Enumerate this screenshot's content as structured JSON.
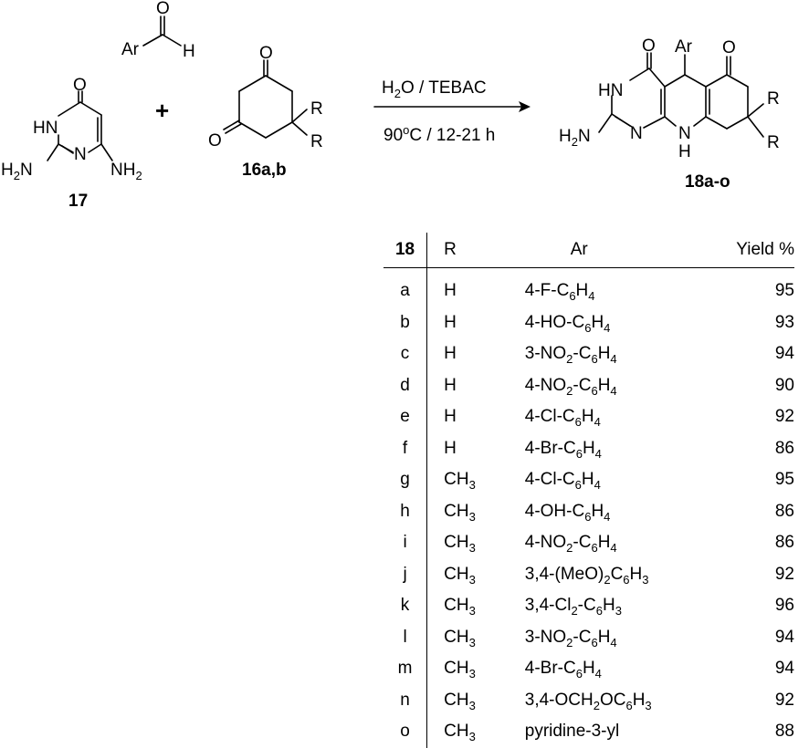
{
  "reaction": {
    "aldehyde": {
      "ar": "Ar",
      "h": "H",
      "o": "O"
    },
    "plus": "+",
    "pyrimidine": {
      "label": "17",
      "o": "O",
      "hn": "HN",
      "n": "N",
      "h2n": "H",
      "h2n_sub": "2",
      "h2n_n": "N",
      "nh2": "NH",
      "nh2_sub": "2"
    },
    "dione": {
      "label": "16a,b",
      "o1": "O",
      "o2": "O",
      "r1": "R",
      "r2": "R"
    },
    "conditions": {
      "above": "H",
      "above_sub": "2",
      "above_rest": "O / TEBAC",
      "below_pre": "90",
      "below_sup": "o",
      "below_post": "C / 12-21 h"
    },
    "product": {
      "label": "18a-o",
      "ar": "Ar",
      "o1": "O",
      "o2": "O",
      "hn": "HN",
      "n1": "N",
      "n2": "N",
      "h": "H",
      "h2n": "H",
      "h2n_sub": "2",
      "h2n_n": "N",
      "r1": "R",
      "r2": "R"
    }
  },
  "table": {
    "headers": {
      "num": "18",
      "r": "R",
      "ar": "Ar",
      "yield": "Yield %"
    },
    "rows": [
      {
        "id": "a",
        "r": [
          [
            "H",
            ""
          ]
        ],
        "ar": [
          [
            "4-F-C",
            ""
          ],
          [
            "6",
            "sub"
          ],
          [
            "H",
            ""
          ],
          [
            "4",
            "sub"
          ]
        ],
        "yield": "95"
      },
      {
        "id": "b",
        "r": [
          [
            "H",
            ""
          ]
        ],
        "ar": [
          [
            "4-HO-C",
            ""
          ],
          [
            "6",
            "sub"
          ],
          [
            "H",
            ""
          ],
          [
            "4",
            "sub"
          ]
        ],
        "yield": "93"
      },
      {
        "id": "c",
        "r": [
          [
            "H",
            ""
          ]
        ],
        "ar": [
          [
            "3-NO",
            ""
          ],
          [
            "2",
            "sub"
          ],
          [
            "-C",
            ""
          ],
          [
            "6",
            "sub"
          ],
          [
            "H",
            ""
          ],
          [
            "4",
            "sub"
          ]
        ],
        "yield": "94"
      },
      {
        "id": "d",
        "r": [
          [
            "H",
            ""
          ]
        ],
        "ar": [
          [
            "4-NO",
            ""
          ],
          [
            "2",
            "sub"
          ],
          [
            "-C",
            ""
          ],
          [
            "6",
            "sub"
          ],
          [
            "H",
            ""
          ],
          [
            "4",
            "sub"
          ]
        ],
        "yield": "90"
      },
      {
        "id": "e",
        "r": [
          [
            "H",
            ""
          ]
        ],
        "ar": [
          [
            "4-Cl-C",
            ""
          ],
          [
            "6",
            "sub"
          ],
          [
            "H",
            ""
          ],
          [
            "4",
            "sub"
          ]
        ],
        "yield": "92"
      },
      {
        "id": "f",
        "r": [
          [
            "H",
            ""
          ]
        ],
        "ar": [
          [
            "4-Br-C",
            ""
          ],
          [
            "6",
            "sub"
          ],
          [
            "H",
            ""
          ],
          [
            "4",
            "sub"
          ]
        ],
        "yield": "86"
      },
      {
        "id": "g",
        "r": [
          [
            "CH",
            ""
          ],
          [
            "3",
            "sub"
          ]
        ],
        "ar": [
          [
            "4-Cl-C",
            ""
          ],
          [
            "6",
            "sub"
          ],
          [
            "H",
            ""
          ],
          [
            "4",
            "sub"
          ]
        ],
        "yield": "95"
      },
      {
        "id": "h",
        "r": [
          [
            "CH",
            ""
          ],
          [
            "3",
            "sub"
          ]
        ],
        "ar": [
          [
            "4-OH-C",
            ""
          ],
          [
            "6",
            "sub"
          ],
          [
            "H",
            ""
          ],
          [
            "4",
            "sub"
          ]
        ],
        "yield": "86"
      },
      {
        "id": "i",
        "r": [
          [
            "CH",
            ""
          ],
          [
            "3",
            "sub"
          ]
        ],
        "ar": [
          [
            "4-NO",
            ""
          ],
          [
            "2",
            "sub"
          ],
          [
            "-C",
            ""
          ],
          [
            "6",
            "sub"
          ],
          [
            "H",
            ""
          ],
          [
            "4",
            "sub"
          ]
        ],
        "yield": "86"
      },
      {
        "id": "j",
        "r": [
          [
            "CH",
            ""
          ],
          [
            "3",
            "sub"
          ]
        ],
        "ar": [
          [
            "3,4-(MeO)",
            ""
          ],
          [
            "2",
            "sub"
          ],
          [
            "C",
            ""
          ],
          [
            "6",
            "sub"
          ],
          [
            "H",
            ""
          ],
          [
            "3",
            "sub"
          ]
        ],
        "yield": "92"
      },
      {
        "id": "k",
        "r": [
          [
            "CH",
            ""
          ],
          [
            "3",
            "sub"
          ]
        ],
        "ar": [
          [
            "3,4-Cl",
            ""
          ],
          [
            "2",
            "sub"
          ],
          [
            "-C",
            ""
          ],
          [
            "6",
            "sub"
          ],
          [
            "H",
            ""
          ],
          [
            "3",
            "sub"
          ]
        ],
        "yield": "96"
      },
      {
        "id": "l",
        "r": [
          [
            "CH",
            ""
          ],
          [
            "3",
            "sub"
          ]
        ],
        "ar": [
          [
            "3-NO",
            ""
          ],
          [
            "2",
            "sub"
          ],
          [
            "-C",
            ""
          ],
          [
            "6",
            "sub"
          ],
          [
            "H",
            ""
          ],
          [
            "4",
            "sub"
          ]
        ],
        "yield": "94"
      },
      {
        "id": "m",
        "r": [
          [
            "CH",
            ""
          ],
          [
            "3",
            "sub"
          ]
        ],
        "ar": [
          [
            "4-Br-C",
            ""
          ],
          [
            "6",
            "sub"
          ],
          [
            "H",
            ""
          ],
          [
            "4",
            "sub"
          ]
        ],
        "yield": "94"
      },
      {
        "id": "n",
        "r": [
          [
            "CH",
            ""
          ],
          [
            "3",
            "sub"
          ]
        ],
        "ar": [
          [
            "3,4-OCH",
            ""
          ],
          [
            "2",
            "sub"
          ],
          [
            "OC",
            ""
          ],
          [
            "6",
            "sub"
          ],
          [
            "H",
            ""
          ],
          [
            "3",
            "sub"
          ]
        ],
        "yield": "92"
      },
      {
        "id": "o",
        "r": [
          [
            "CH",
            ""
          ],
          [
            "3",
            "sub"
          ]
        ],
        "ar": [
          [
            "pyridine-3-yl",
            ""
          ]
        ],
        "yield": "88"
      }
    ]
  }
}
